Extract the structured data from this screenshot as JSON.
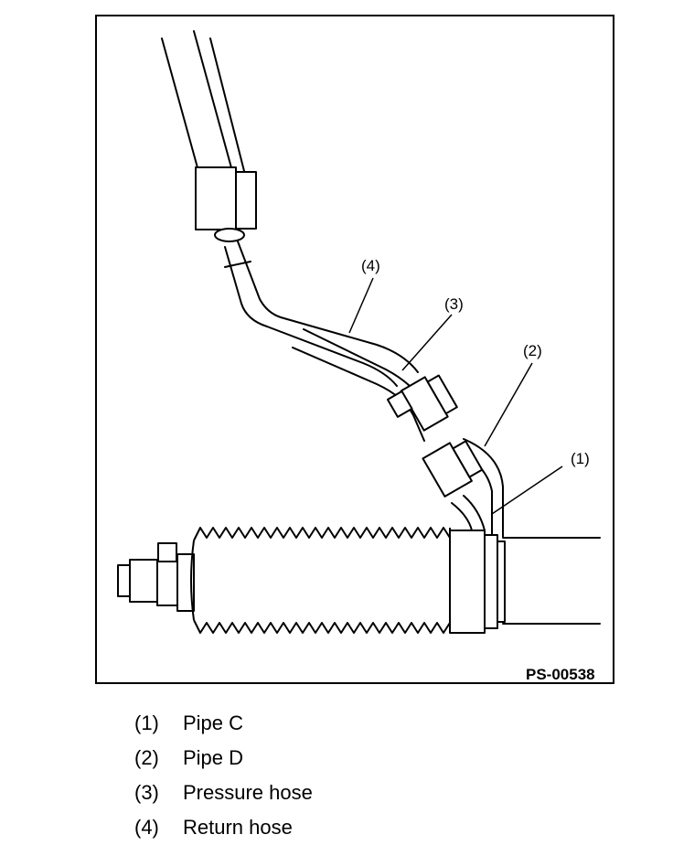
{
  "figure": {
    "id": "PS-00538",
    "callouts": [
      "(1)",
      "(2)",
      "(3)",
      "(4)"
    ]
  },
  "legend": [
    {
      "num": "(1)",
      "label": "Pipe C"
    },
    {
      "num": "(2)",
      "label": "Pipe D"
    },
    {
      "num": "(3)",
      "label": "Pressure hose"
    },
    {
      "num": "(4)",
      "label": "Return hose"
    }
  ]
}
